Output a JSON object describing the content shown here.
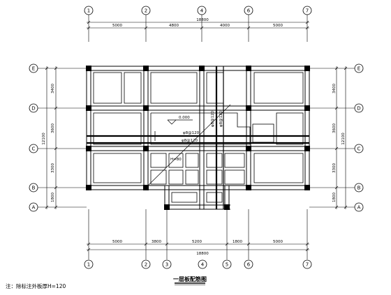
{
  "drawing": {
    "title": "一层板配筋图",
    "note": "注：除标注外板厚H=120",
    "axes_top": [
      "1",
      "2",
      "4",
      "6",
      "7"
    ],
    "axes_bottom": [
      "1",
      "2",
      "3",
      "4",
      "5",
      "6",
      "7"
    ],
    "axes_rows": [
      "E",
      "D",
      "C",
      "B",
      "A"
    ],
    "dims_top": [
      "5000",
      "4800",
      "4000",
      "5000"
    ],
    "dim_top_total": "18800",
    "dims_bottom": [
      "5000",
      "3800",
      "5200",
      "1800",
      "5000"
    ],
    "dim_bottom_total": "18800",
    "dims_left": [
      "3400",
      "3600",
      "3300",
      "1800"
    ],
    "dim_left_total": "12100",
    "dims_right": [
      "3400",
      "3600",
      "3300",
      "1800"
    ],
    "dim_right_total": "12100",
    "labels": {
      "elevation": "0.000",
      "rebar_a": "φ8@120",
      "rebar_b": "φ8@120",
      "rebar_c": "φ8@120",
      "rebar_d": "φ8@120",
      "thickness": "H=80"
    },
    "colors": {
      "line": "#000000",
      "background": "#ffffff"
    }
  }
}
